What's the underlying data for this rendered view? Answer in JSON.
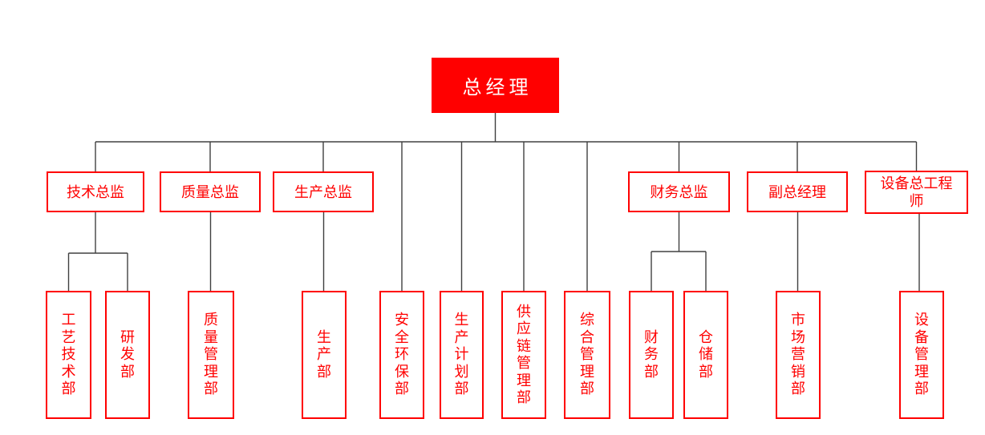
{
  "org": {
    "type": "org-chart",
    "root": {
      "label": "总经理"
    },
    "directors": [
      {
        "label": "技术总监",
        "parent": "总经理"
      },
      {
        "label": "质量总监",
        "parent": "总经理"
      },
      {
        "label": "生产总监",
        "parent": "总经理"
      },
      {
        "label": "财务总监",
        "parent": "总经理"
      },
      {
        "label": "副总经理",
        "parent": "总经理"
      },
      {
        "label": "设备总工程师",
        "parent": "总经理"
      }
    ],
    "departments": [
      {
        "label": "工艺技术部",
        "parent": "技术总监"
      },
      {
        "label": "研发部",
        "parent": "技术总监"
      },
      {
        "label": "质量管理部",
        "parent": "质量总监"
      },
      {
        "label": "生产部",
        "parent": "生产总监"
      },
      {
        "label": "安全环保部",
        "parent": "总经理"
      },
      {
        "label": "生产计划部",
        "parent": "总经理"
      },
      {
        "label": "供应链管理部",
        "parent": "总经理"
      },
      {
        "label": "综合管理部",
        "parent": "总经理"
      },
      {
        "label": "财务部",
        "parent": "财务总监"
      },
      {
        "label": "仓储部",
        "parent": "财务总监"
      },
      {
        "label": "市场营销部",
        "parent": "副总经理"
      },
      {
        "label": "设备管理部",
        "parent": "设备总工程师"
      }
    ],
    "colors": {
      "accent_red": "#ff0000",
      "root_bg": "#ff0000",
      "root_text": "#ffffff",
      "node_border": "#ff0000",
      "node_text": "#ff0000",
      "connector": "#404040",
      "background": "#ffffff"
    }
  }
}
